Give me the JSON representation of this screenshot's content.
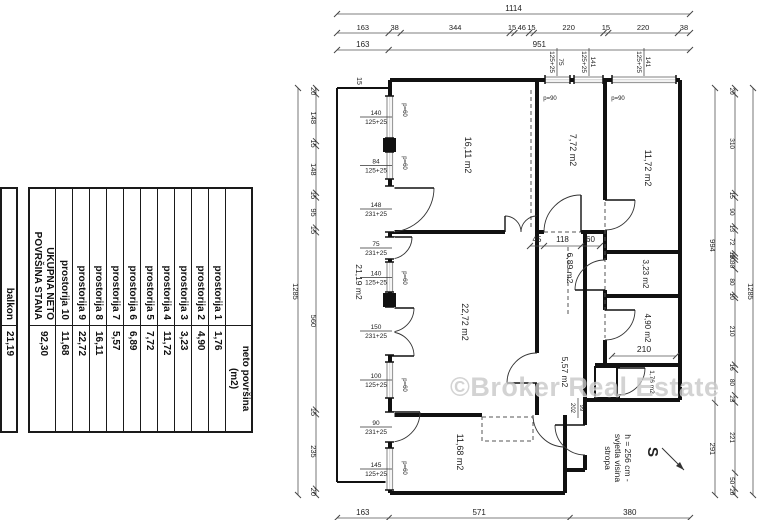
{
  "summary_table": {
    "header": "neto površina\n(m2)",
    "rows": [
      {
        "name": "prostorija 1",
        "value": "1,76"
      },
      {
        "name": "prostorija 2",
        "value": "4,90"
      },
      {
        "name": "prostorija 3",
        "value": "3,23"
      },
      {
        "name": "prostorija 4",
        "value": "11,72"
      },
      {
        "name": "prostorija 5",
        "value": "7,72"
      },
      {
        "name": "prostorija 6",
        "value": "6,89"
      },
      {
        "name": "prostorija 7",
        "value": "5,57"
      },
      {
        "name": "prostorija 8",
        "value": "16,11"
      },
      {
        "name": "prostorija 9",
        "value": "22,72"
      },
      {
        "name": "prostorija 10",
        "value": "11,68"
      }
    ],
    "total": {
      "name": "UKUPNA NETO\nPOVRŠINA STANA",
      "value": "92,30"
    },
    "balcony": {
      "name": "balkon",
      "value": "21,19"
    }
  },
  "plan": {
    "watermark": "©Broker Real Estate",
    "compass": "S",
    "note": [
      "h = 256 cm -",
      "svjetla visina",
      "stropa"
    ],
    "corner_dim": "15",
    "rooms": [
      "16,11 m2",
      "7,72 m2",
      "11,72 m2",
      "3,23 m2",
      "4,90 m2",
      "6,89 m2",
      "22,72 m2",
      "5,57 m2",
      "11,68 m2",
      "1,76 m2",
      "21,19 m2"
    ],
    "window_labels": [
      {
        "w": "140",
        "h": "125+25"
      },
      {
        "w": "84",
        "h": "125+25"
      },
      {
        "w": "148",
        "h": "231+25"
      },
      {
        "w": "75",
        "h": "231+25"
      },
      {
        "w": "140",
        "h": "125+25"
      },
      {
        "w": "150",
        "h": "231+25"
      },
      {
        "w": "100",
        "h": "125+25"
      },
      {
        "w": "90",
        "h": "231+25"
      },
      {
        "w": "145",
        "h": "125+25"
      }
    ],
    "top_window_labels": [
      {
        "w": "75",
        "h": "125+25"
      },
      {
        "w": "141",
        "h": "125+25"
      },
      {
        "w": "141",
        "h": "125+25"
      }
    ],
    "entrance_door": {
      "w": "99",
      "h": "202"
    },
    "parapet_top": [
      "p=90",
      "p=90"
    ],
    "parapet_left": [
      "p=60",
      "p=60",
      "p=60",
      "p=60",
      "p=60"
    ],
    "hall_dims": [
      "45",
      "118",
      "60"
    ],
    "bath_dim": "210",
    "dims": {
      "top_total": "1114",
      "top_segments": [
        "163",
        "38",
        "344",
        "15",
        "46",
        "15",
        "220",
        "15",
        "220",
        "38"
      ],
      "top_sub": [
        "163",
        "951"
      ],
      "left_total": "1285",
      "left_segments": [
        "20",
        "148",
        "15",
        "148",
        "15",
        "95",
        "15",
        "560",
        "15",
        "235",
        "20"
      ],
      "right_total": "1285",
      "right_mid": [
        "994",
        "291"
      ],
      "right_segments": [
        "20",
        "310",
        "15",
        "90",
        "13",
        "72",
        "10",
        "10",
        "30",
        "80",
        "10",
        "210",
        "16",
        "80",
        "23",
        "221",
        "50",
        "20"
      ],
      "bottom_segments": [
        "163",
        "571",
        "380"
      ]
    }
  }
}
